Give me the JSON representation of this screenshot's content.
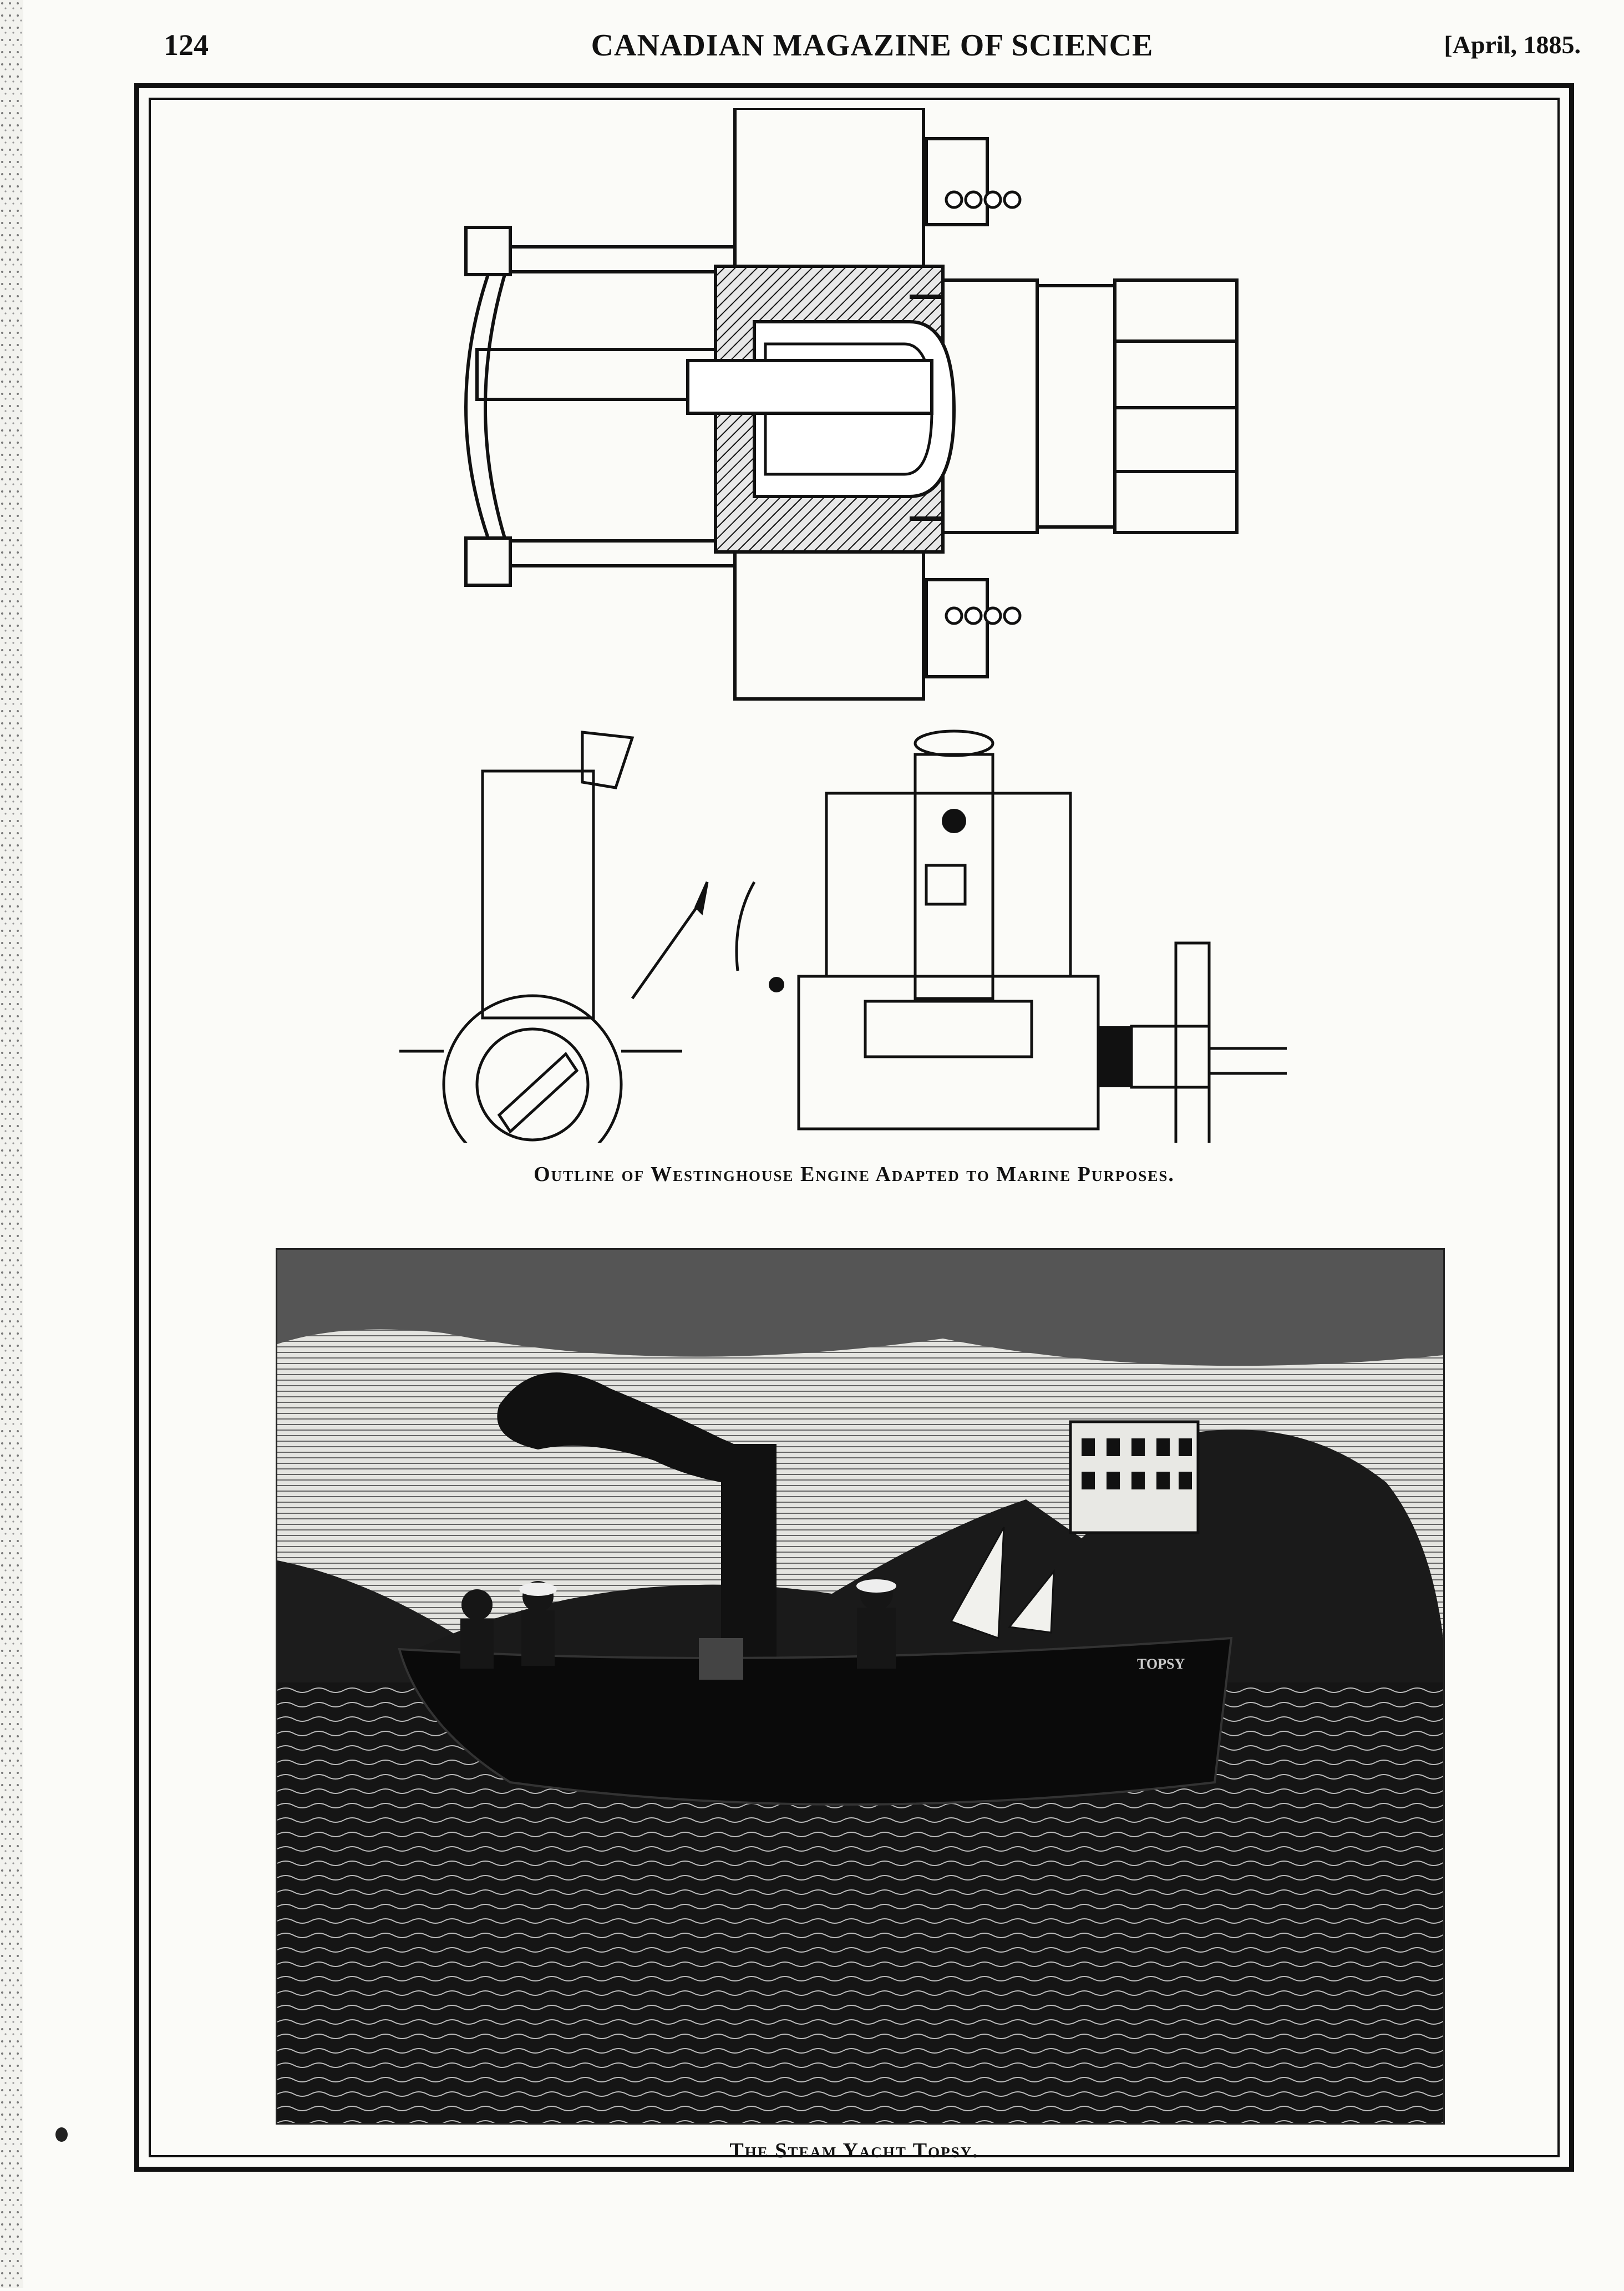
{
  "header": {
    "page_number": "124",
    "publication": "CANADIAN MAGAZINE OF SCIENCE",
    "date": "[April, 1885."
  },
  "figure_engine": {
    "caption": "Outline of Westinghouse Engine Adapted to Marine Purposes."
  },
  "figure_yacht": {
    "caption": "The Steam Yacht Topsy.",
    "hull_name": "TOPSY"
  }
}
